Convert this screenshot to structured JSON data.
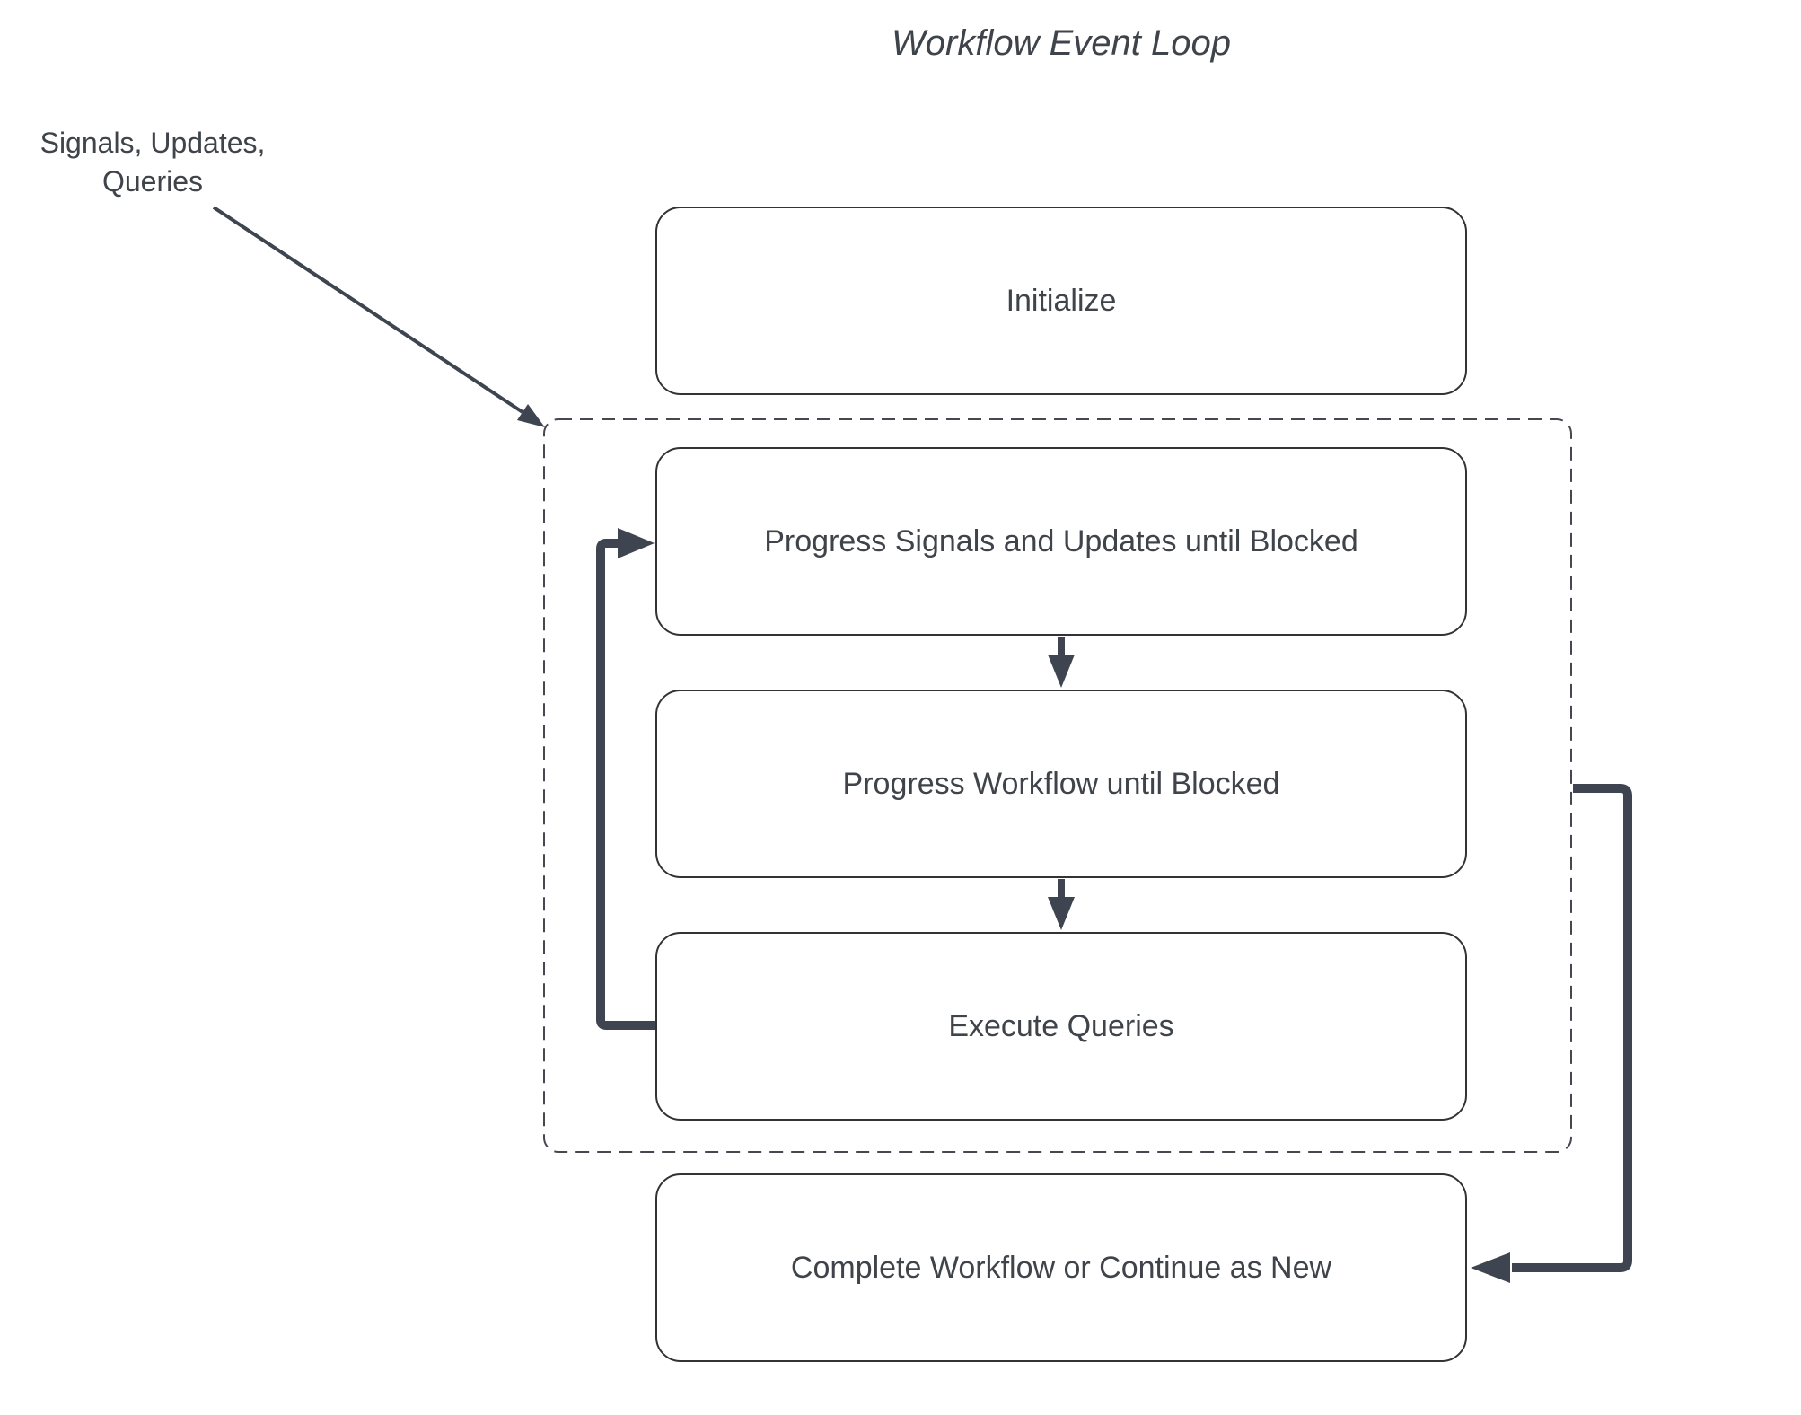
{
  "title": "Workflow Event Loop",
  "annotation": {
    "line1": "Signals, Updates,",
    "line2": "Queries"
  },
  "boxes": {
    "initialize": "Initialize",
    "progress_signals": "Progress Signals and Updates until Blocked",
    "progress_workflow": "Progress Workflow until Blocked",
    "execute_queries": "Execute Queries",
    "complete_workflow": "Complete Workflow or Continue as New"
  },
  "colors": {
    "arrow": "#3e4450",
    "box_border": "#333333",
    "box_fill": "#ffffff",
    "dashed_border": "#45494f",
    "text": "#3f444b",
    "background": "#ffffff"
  }
}
